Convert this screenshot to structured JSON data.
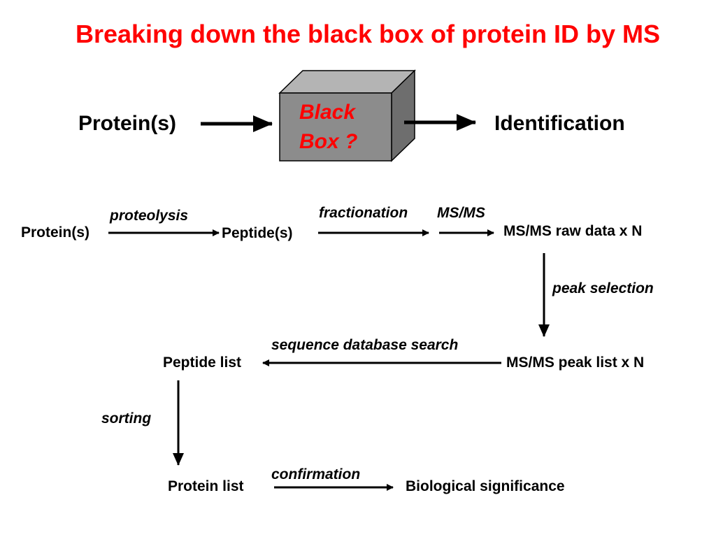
{
  "title": "Breaking down the black box of protein ID by MS",
  "overview": {
    "input": "Protein(s)",
    "box_line1": "Black",
    "box_line2": "Box ?",
    "output": "Identification"
  },
  "workflow": {
    "nodes": {
      "proteins": "Protein(s)",
      "peptides": "Peptide(s)",
      "msms_raw": "MS/MS raw data x N",
      "msms_peak": "MS/MS peak list x N",
      "peptide_list": "Peptide list",
      "protein_list": "Protein list",
      "biological": "Biological significance"
    },
    "edges": {
      "proteolysis": "proteolysis",
      "fractionation": "fractionation",
      "msms": "MS/MS",
      "peak_selection": "peak selection",
      "sequence_search": "sequence database search",
      "sorting": "sorting",
      "confirmation": "confirmation"
    }
  },
  "colors": {
    "title": "#ff0000",
    "box_front": "#8c8c8c",
    "box_top": "#b4b4b4",
    "box_side": "#6e6e6e",
    "box_label": "#ff0000",
    "text": "#000000"
  }
}
